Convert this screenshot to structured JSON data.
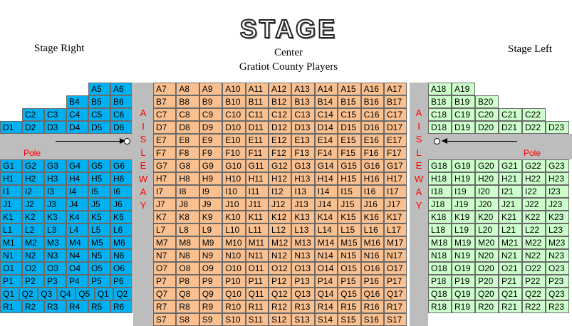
{
  "header": {
    "stage": "STAGE",
    "stage_right": "Stage Right",
    "stage_left": "Stage Left",
    "center": "Center",
    "company": "Gratiot County Players"
  },
  "aisle_letters": [
    "A",
    "I",
    "S",
    "L",
    "E",
    "W",
    "A",
    "Y"
  ],
  "pole_label": "Pole",
  "colors": {
    "right": "#00b0f0",
    "center": "#fac090",
    "left": "#ccffcc",
    "aisle": "#bdbdbd",
    "aisle_text": "#ff0000"
  },
  "rows": [
    {
      "row": "A",
      "right": [
        "A5",
        "A6"
      ],
      "center": [
        "A7",
        "A8",
        "A9",
        "A10",
        "A11",
        "A12",
        "A13",
        "A14",
        "A15",
        "A16",
        "A17"
      ],
      "left": [
        "A18",
        "A19"
      ]
    },
    {
      "row": "B",
      "right": [
        "B4",
        "B5",
        "B6"
      ],
      "center": [
        "B7",
        "B8",
        "B9",
        "B10",
        "B11",
        "B12",
        "B13",
        "B14",
        "B15",
        "B16",
        "B17"
      ],
      "left": [
        "B18",
        "B19",
        "B20"
      ]
    },
    {
      "row": "C",
      "right": [
        "C2",
        "C3",
        "C4",
        "C5",
        "C6"
      ],
      "center": [
        "C7",
        "C8",
        "C9",
        "C10",
        "C11",
        "C12",
        "C13",
        "C14",
        "C15",
        "C16",
        "C17"
      ],
      "left": [
        "C18",
        "C19",
        "C20",
        "C21",
        "C22"
      ]
    },
    {
      "row": "D",
      "right": [
        "D1",
        "D2",
        "D3",
        "D4",
        "D5",
        "D6"
      ],
      "center": [
        "D7",
        "D8",
        "D9",
        "D10",
        "D11",
        "D12",
        "D13",
        "D14",
        "D15",
        "D16",
        "D17"
      ],
      "left": [
        "D18",
        "D19",
        "D20",
        "D21",
        "D22",
        "D23"
      ]
    },
    {
      "row": "E",
      "right": [],
      "center": [
        "E7",
        "E8",
        "E9",
        "E10",
        "E11",
        "E12",
        "E13",
        "E14",
        "E15",
        "E16",
        "E17"
      ],
      "left": []
    },
    {
      "row": "F",
      "right": [],
      "center": [
        "F7",
        "F8",
        "F9",
        "F10",
        "F11",
        "F12",
        "F13",
        "F14",
        "F15",
        "F16",
        "F17"
      ],
      "left": []
    },
    {
      "row": "G",
      "right": [
        "G1",
        "G2",
        "G3",
        "G4",
        "G5",
        "G6"
      ],
      "center": [
        "G7",
        "G8",
        "G9",
        "G10",
        "G11",
        "G12",
        "G13",
        "G14",
        "G15",
        "G16",
        "G17"
      ],
      "left": [
        "G18",
        "G19",
        "G20",
        "G21",
        "G22",
        "G23"
      ]
    },
    {
      "row": "H",
      "right": [
        "H1",
        "H2",
        "H3",
        "H4",
        "H5",
        "H6"
      ],
      "center": [
        "H7",
        "H8",
        "H9",
        "H10",
        "H11",
        "H12",
        "H13",
        "H14",
        "H15",
        "H16",
        "H17"
      ],
      "left": [
        "H18",
        "H19",
        "H20",
        "H21",
        "H22",
        "H23"
      ]
    },
    {
      "row": "I",
      "right": [
        "I1",
        "I2",
        "I3",
        "I4",
        "I5",
        "I6"
      ],
      "center": [
        "I7",
        "I8",
        "I9",
        "I10",
        "I11",
        "I12",
        "I13",
        "I14",
        "I15",
        "I16",
        "I17"
      ],
      "left": [
        "I18",
        "I19",
        "I20",
        "I21",
        "I22",
        "I23"
      ]
    },
    {
      "row": "J",
      "right": [
        "J1",
        "J2",
        "J3",
        "J4",
        "J5",
        "J6"
      ],
      "center": [
        "J7",
        "J8",
        "J9",
        "J10",
        "J11",
        "J12",
        "J13",
        "J14",
        "J15",
        "J16",
        "J17"
      ],
      "left": [
        "J18",
        "J19",
        "J20",
        "J21",
        "J22",
        "J23"
      ]
    },
    {
      "row": "K",
      "right": [
        "K1",
        "K2",
        "K3",
        "K4",
        "K5",
        "K6"
      ],
      "center": [
        "K7",
        "K8",
        "K9",
        "K10",
        "K11",
        "K12",
        "K13",
        "K14",
        "K15",
        "K16",
        "K17"
      ],
      "left": [
        "K18",
        "K19",
        "K20",
        "K21",
        "K22",
        "K23"
      ]
    },
    {
      "row": "L",
      "right": [
        "L1",
        "L2",
        "L3",
        "L4",
        "L5",
        "L6"
      ],
      "center": [
        "L7",
        "L8",
        "L9",
        "L10",
        "L11",
        "L12",
        "L13",
        "L14",
        "L15",
        "L16",
        "L17"
      ],
      "left": [
        "L18",
        "L19",
        "L20",
        "L21",
        "L22",
        "L23"
      ]
    },
    {
      "row": "M",
      "right": [
        "M1",
        "M2",
        "M3",
        "M4",
        "M5",
        "M6"
      ],
      "center": [
        "M7",
        "M8",
        "M9",
        "M10",
        "M11",
        "M12",
        "M13",
        "M14",
        "M15",
        "M16",
        "M17"
      ],
      "left": [
        "M18",
        "M19",
        "M20",
        "M21",
        "M22",
        "M23"
      ]
    },
    {
      "row": "N",
      "right": [
        "N1",
        "N2",
        "N3",
        "N4",
        "N5",
        "N6"
      ],
      "center": [
        "N7",
        "N8",
        "N9",
        "N10",
        "N11",
        "N12",
        "N13",
        "N14",
        "N15",
        "N16",
        "N17"
      ],
      "left": [
        "N18",
        "N19",
        "N20",
        "N21",
        "N22",
        "N23"
      ]
    },
    {
      "row": "O",
      "right": [
        "O1",
        "O2",
        "O3",
        "O4",
        "O5",
        "O6"
      ],
      "center": [
        "O7",
        "O8",
        "O9",
        "O10",
        "O11",
        "O12",
        "O13",
        "O14",
        "O15",
        "O16",
        "O17"
      ],
      "left": [
        "O18",
        "O19",
        "O20",
        "O21",
        "O22",
        "O23"
      ]
    },
    {
      "row": "P",
      "right": [
        "P1",
        "P2",
        "P3",
        "P4",
        "P5",
        "P6"
      ],
      "center": [
        "P7",
        "P8",
        "P9",
        "P10",
        "P11",
        "P12",
        "P13",
        "P14",
        "P15",
        "P16",
        "P17"
      ],
      "left": [
        "P18",
        "P19",
        "P20",
        "P21",
        "P22",
        "P23"
      ]
    },
    {
      "row": "Q",
      "right": [
        "Q1",
        "Q2",
        "Q3",
        "Q4",
        "Q5",
        "Q1",
        "Q2"
      ],
      "center": [
        "Q7",
        "Q8",
        "Q9",
        "Q10",
        "Q11",
        "Q12",
        "Q13",
        "Q14",
        "Q15",
        "Q16",
        "Q17"
      ],
      "left": [
        "Q18",
        "Q19",
        "Q20",
        "Q21",
        "Q22",
        "Q23"
      ]
    },
    {
      "row": "R",
      "right": [
        "R1",
        "R2",
        "R3",
        "R4",
        "R5",
        "R6"
      ],
      "center": [
        "R7",
        "R8",
        "R9",
        "R10",
        "R11",
        "R12",
        "R13",
        "R14",
        "R15",
        "R16",
        "R17"
      ],
      "left": [
        "R18",
        "R19",
        "R20",
        "R21",
        "R22",
        "R23"
      ]
    },
    {
      "row": "S",
      "right": [],
      "center": [
        "S7",
        "S8",
        "S9",
        "S10",
        "S11",
        "S12",
        "S13",
        "S14",
        "S15",
        "S16",
        "S17"
      ],
      "left": []
    }
  ]
}
